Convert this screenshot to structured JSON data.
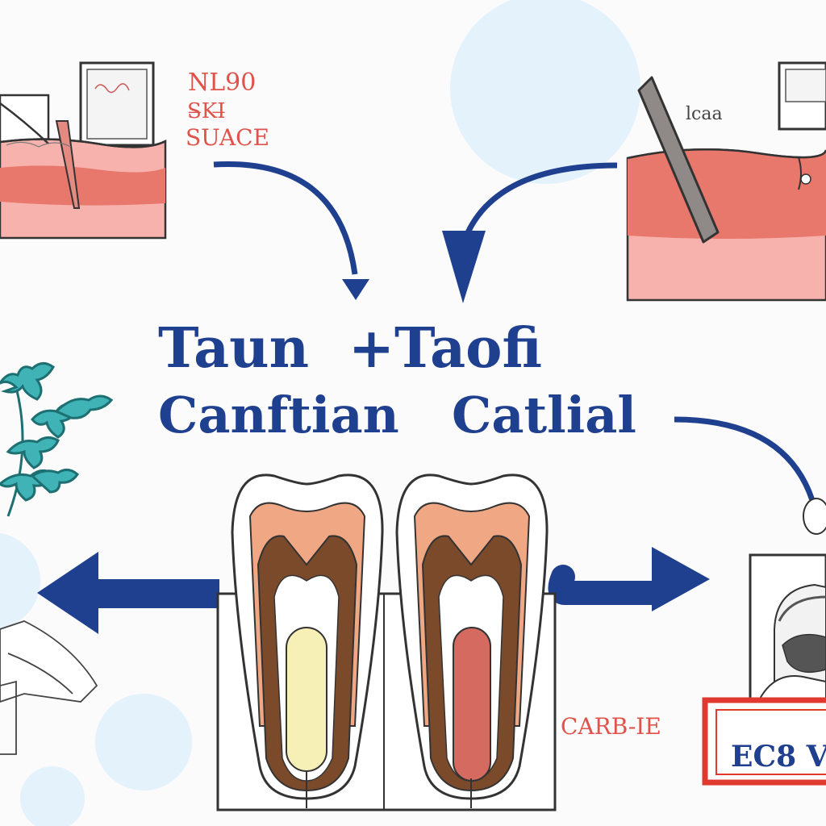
{
  "title": {
    "line1_left": "Taun",
    "line1_right": "+Taofi",
    "line2_left": "Canftian",
    "line2_right": "Catlial"
  },
  "labels": {
    "top_left_1": "NL90",
    "top_left_2": "S̶KI̶",
    "top_left_3": "SUACE",
    "top_right_sign": "lcaa",
    "bottom_caption": "CARB-IE",
    "sign_text": "EC8 V"
  },
  "colors": {
    "ink_blue": "#1f3f8f",
    "gum_red": "#e8776c",
    "gum_pink": "#f7b2ad",
    "dentin": "#f0a784",
    "root": "#7a4a2a",
    "pulp_yellow": "#f6efb6",
    "pulp_red": "#d56a60",
    "bubble": "#e4f2fb",
    "sign_red": "#e0392f"
  },
  "icons": [
    "gum-block-left-icon",
    "gum-block-right-icon",
    "dental-probe-icon",
    "coral-plant-icon",
    "monitor-icon",
    "dentist-portrait-icon"
  ]
}
